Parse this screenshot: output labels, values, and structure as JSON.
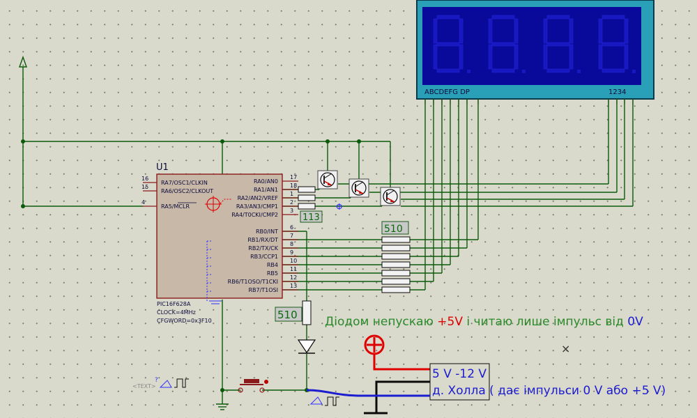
{
  "mcu": {
    "ref": "U1",
    "part": "PIC16F628A",
    "clock": "CLOCK=4MHz",
    "cfgword": "CFGWORD=0x3F10",
    "pins_left": [
      {
        "num": "16",
        "name": "RA7/OSC1/CLKIN"
      },
      {
        "num": "15",
        "name": "RA6/OSC2/CLKOUT"
      },
      {
        "num": "4",
        "name": "RA5/MCLR"
      }
    ],
    "pins_right": [
      {
        "num": "17",
        "name": "RA0/AN0"
      },
      {
        "num": "18",
        "name": "RA1/AN1"
      },
      {
        "num": "1",
        "name": "RA2/AN2/VREF"
      },
      {
        "num": "2",
        "name": "RA3/AN3/CMP1"
      },
      {
        "num": "3",
        "name": "RA4/T0CKI/CMP2"
      },
      {
        "num": "6",
        "name": "RB0/INT"
      },
      {
        "num": "7",
        "name": "RB1/RX/DT"
      },
      {
        "num": "8",
        "name": "RB2/TX/CK"
      },
      {
        "num": "9",
        "name": "RB3/CCP1"
      },
      {
        "num": "10",
        "name": "RB4"
      },
      {
        "num": "11",
        "name": "RB5"
      },
      {
        "num": "12",
        "name": "RB6/T1OSO/T1CKI"
      },
      {
        "num": "13",
        "name": "RB7/T1OSI"
      }
    ]
  },
  "display": {
    "segment_labels": "ABCDEFG  DP",
    "digit_labels": "1234"
  },
  "resistors": {
    "anode_value": "113",
    "segment_value": "510",
    "pulldown_value": "510"
  },
  "annotations": {
    "diode_note_prefix": "Діодом непускаю ",
    "diode_note_plus5v": "+5V",
    "diode_note_mid": " і читаю лише імпульс від ",
    "diode_note_zero": "0V",
    "sensor_line1": "5 V -12 V",
    "sensor_line2": "д. Холла ( дає імпульси 0 V або +5 V)",
    "text_placeholder": "<TEXT>",
    "mark_x": "×",
    "mark_phi": "Φ",
    "mark_question": "?"
  },
  "colors": {
    "wire": "#0a5a0a",
    "component": "#8b1a1a",
    "chip_fill": "#c8b8a8",
    "display_frame": "#2aa0b8",
    "display_face": "#0a0a9a",
    "segment_off": "#1818c0",
    "label_green": "#2a8a2a",
    "sensor_blue": "#1c1cd0",
    "power_red": "#e00000"
  }
}
